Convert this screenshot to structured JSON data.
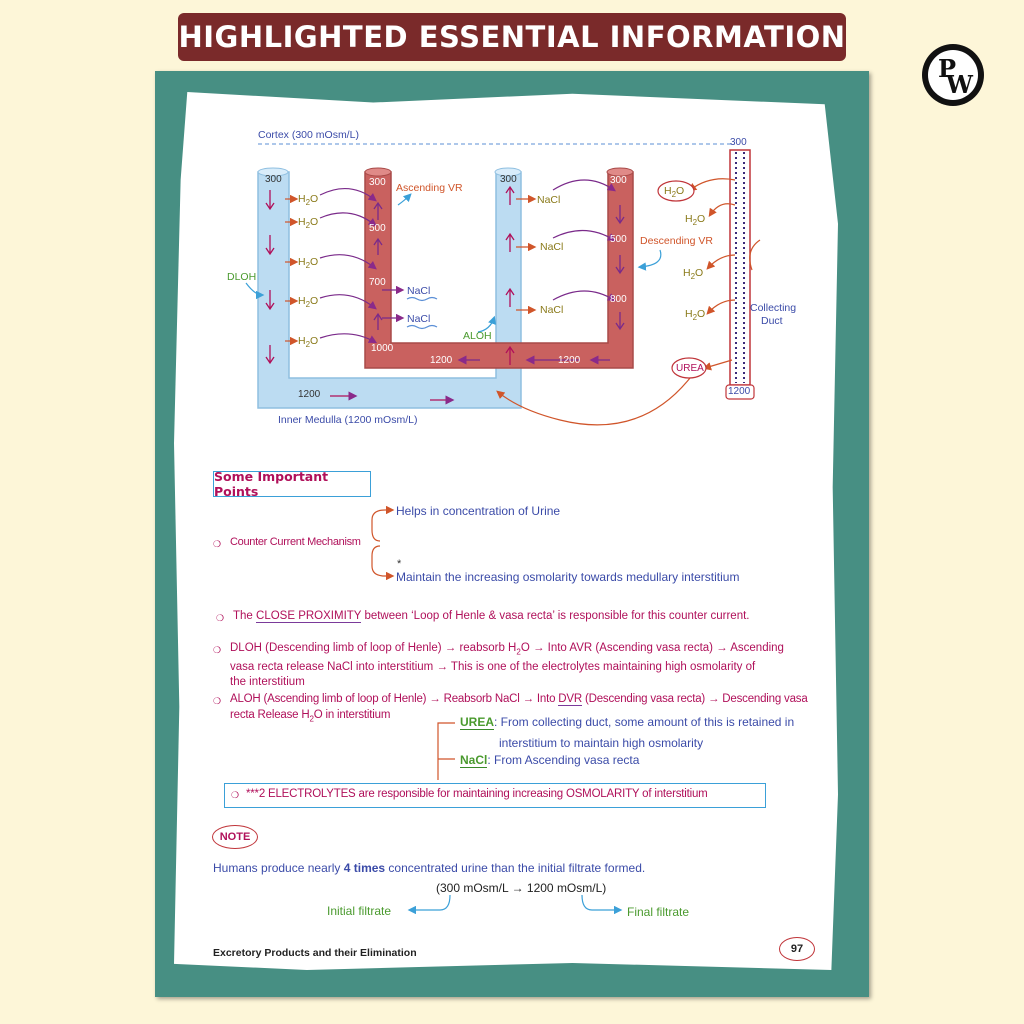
{
  "banner": {
    "title": "HIGHLIGHTED ESSENTIAL INFORMATION"
  },
  "logo": {
    "letter_top": "P",
    "letter_bottom": "W"
  },
  "diagram": {
    "cortex_label": "Cortex (300 mOsm/L)",
    "inner_medulla_label": "Inner Medulla (1200 mOsm/L)",
    "dloh_label": "DLOH",
    "aloh_label": "ALOH",
    "ascending_vr_label": "Ascending VR",
    "descending_vr_label": "Descending VR",
    "collecting_duct_label_1": "Collecting",
    "collecting_duct_label_2": "Duct",
    "urea_label": "UREA",
    "water_label": "H",
    "water_sub": "2",
    "water_suffix": "O",
    "nacl_label": "NaCl",
    "values": {
      "dloh_top": "300",
      "avr_top": "300",
      "avr_500": "500",
      "avr_700": "700",
      "avr_1000": "1000",
      "avr_bottom": "1200",
      "aloh_top": "300",
      "dvr_top": "300",
      "dvr_500": "500",
      "dvr_800": "800",
      "dvr_bottom": "1200",
      "loop_bottom": "1200",
      "cd_top": "300",
      "cd_bottom": "1200"
    }
  },
  "points": {
    "heading": "Some Important Points",
    "ccm_label": "Counter Current Mechanism",
    "ccm_branch_1": "Helps in concentration of Urine",
    "ccm_star": "*",
    "ccm_branch_2": "Maintain the increasing osmolarity towards medullary interstitium",
    "p1_a": "The ",
    "p1_b": "CLOSE PROXIMITY",
    "p1_c": " between ‘Loop of Henle & vasa recta’ is responsible for this counter current.",
    "p2_line1_a": "DLOH (Descending limb of loop of Henle) → reabsorb H",
    "p2_line1_sub": "2",
    "p2_line1_b": "O → Into AVR (Ascending vasa recta) → Ascending",
    "p2_line2": "vasa recta release NaCl into interstitium → This is one of the electrolytes maintaining high osmolarity of",
    "p2_line3": "the interstitium",
    "p3_line1_a": "ALOH (Ascending limb of loop of Henle) → Reabsorb NaCl → Into ",
    "p3_line1_b": "DVR",
    "p3_line1_c": " (Descending vasa recta) → Descending vasa",
    "p3_line2_a": "recta Release H",
    "p3_line2_sub": "2",
    "p3_line2_b": "O in interstitium",
    "urea_key": "UREA",
    "urea_text": ": From collecting duct, some amount of this is retained in",
    "urea_text_2": "interstitium to maintain high osmolarity",
    "nacl_key": "NaCl",
    "nacl_text": ": From Ascending vasa recta",
    "electrolytes": "***2 ELECTROLYTES are responsible for maintaining increasing OSMOLARITY of interstitium"
  },
  "note": {
    "label": "NOTE",
    "line_a": "Humans produce nearly ",
    "line_bold": "4 times",
    "line_b": " concentrated urine than the initial filtrate formed.",
    "range": "(300 mOsm/L → 1200 mOsm/L)",
    "initial": "Initial filtrate",
    "final": "Final filtrate"
  },
  "footer": {
    "chapter": "Excretory Products and their Elimination",
    "page": "97"
  },
  "colors": {
    "banner": "#7a2a2a",
    "frame": "#478f83",
    "loop_blue": "#bcdcf2",
    "vasa_red": "#c9615f",
    "text_purple": "#b0105a",
    "text_blue": "#3b4ba8",
    "text_green": "#4a9a2e"
  }
}
